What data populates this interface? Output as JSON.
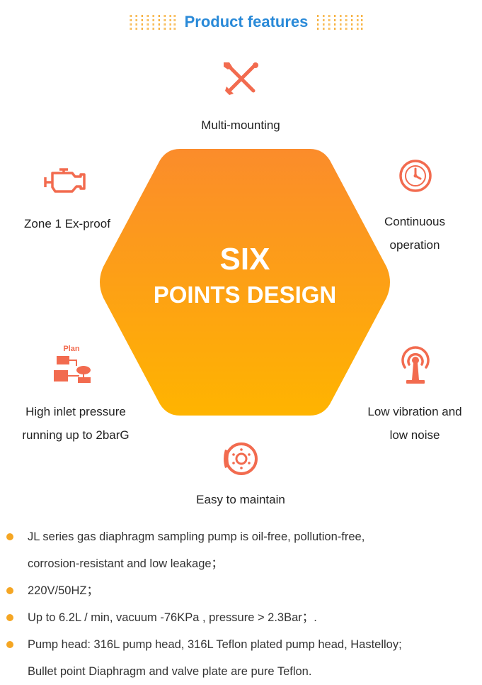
{
  "header": {
    "title": "Product features"
  },
  "hexagon": {
    "line1": "SIX",
    "line2": "POINTS DESIGN"
  },
  "features": {
    "multi_mounting": "Multi-mounting",
    "zone1": "Zone 1 Ex-proof",
    "continuous_1": "Continuous",
    "continuous_2": "operation",
    "high_inlet_1": "High inlet pressure",
    "high_inlet_2": "running up to  2barG",
    "low_vib_1": "Low vibration and",
    "low_vib_2": "low noise",
    "easy": "Easy to maintain",
    "plan_icon_text": "Plan"
  },
  "bullets": [
    "JL series gas diaphragm sampling pump is oil-free, pollution-free,",
    "corrosion-resistant and low leakage；",
    "220V/50HZ；",
    "Up to 6.2L / min, vacuum -76KPa ,  pressure > 2.3Bar；.",
    "Pump head: 316L pump head, 316L Teflon plated pump head, Hastelloy;",
    "Bullet point Diaphragm and valve plate are pure Teflon."
  ],
  "colors": {
    "accent_blue": "#2a8ad8",
    "icon_coral": "#f26b4f",
    "hex_top": "#fb8c2b",
    "hex_bottom": "#ffb400",
    "bullet": "#f5a623"
  }
}
